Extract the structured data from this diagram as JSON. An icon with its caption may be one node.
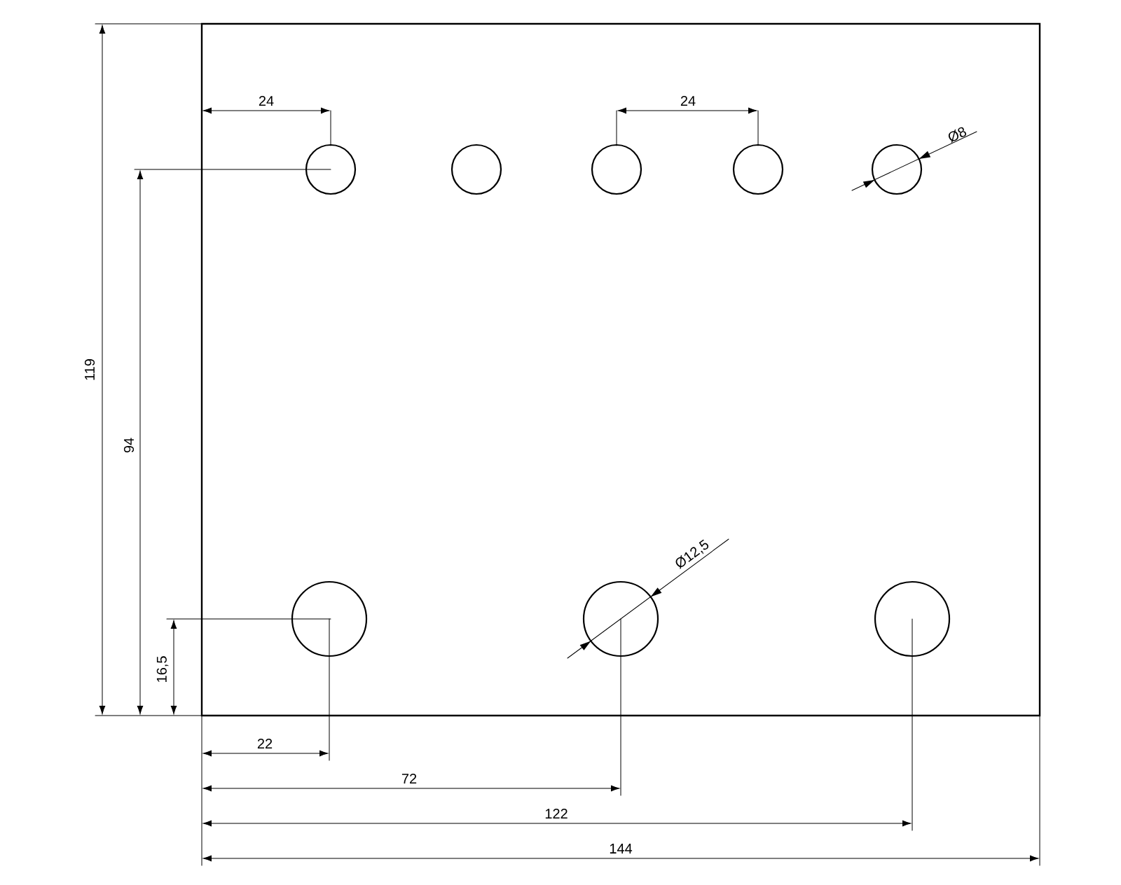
{
  "diagram": {
    "labels": [
      "24",
      "24",
      "Ø8",
      "119",
      "94",
      "Ø12,5",
      "16,5",
      "22",
      "72",
      "122",
      "144"
    ]
  }
}
